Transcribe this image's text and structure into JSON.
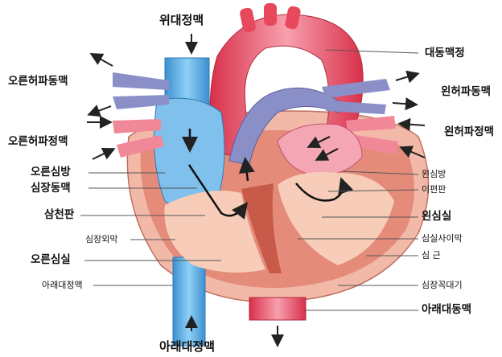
{
  "labels": {
    "top_svc": "위대정맥",
    "aorta_arch": "대동맥정",
    "r_pulm_artery": "오른허파동맥",
    "l_pulm_artery": "왼허파동맥",
    "r_pulm_vein": "오른허파정맥",
    "l_pulm_vein": "왼허파정맥",
    "right_atrium": "오른심방",
    "coronary_artery": "심장동맥",
    "left_atrium": "왼심방",
    "mitral_valve": "이편판",
    "tricuspid_valve": "삼천판",
    "left_ventricle": "왼심실",
    "pericardium": "심장외막",
    "septum": "심실사이막",
    "right_ventricle": "오른심실",
    "myocardium": "심 근",
    "ivc_left": "아래대정맥",
    "apex": "심장꼭대기",
    "desc_aorta": "아래대동맥",
    "bottom_ivc": "아래대정맥"
  },
  "colors": {
    "vein_blue": "#5aa8e0",
    "artery_red": "#e8485c",
    "muscle": "#d96a5a",
    "pulmonary": "#8a8fc8"
  }
}
